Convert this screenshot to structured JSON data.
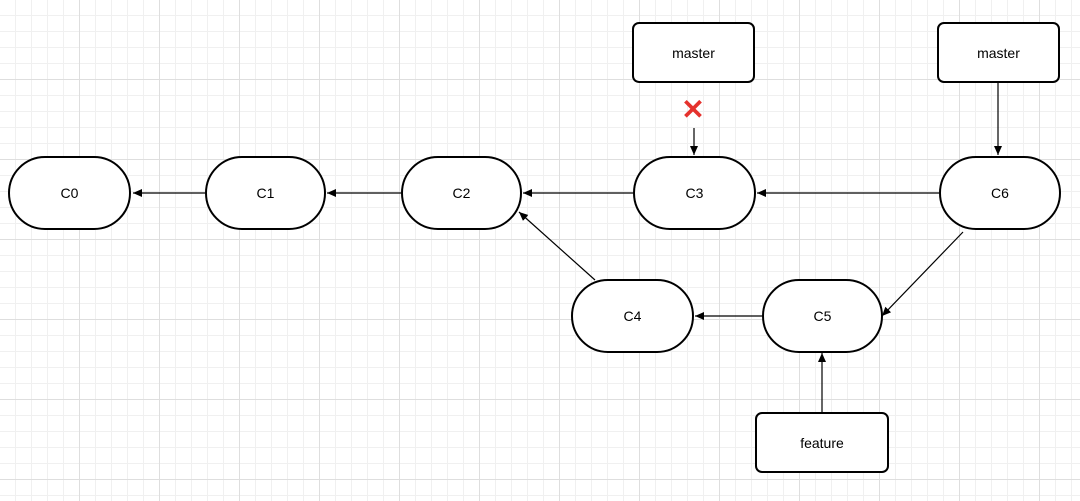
{
  "commits": [
    {
      "id": "c0",
      "label": "C0"
    },
    {
      "id": "c1",
      "label": "C1"
    },
    {
      "id": "c2",
      "label": "C2"
    },
    {
      "id": "c3",
      "label": "C3"
    },
    {
      "id": "c4",
      "label": "C4"
    },
    {
      "id": "c5",
      "label": "C5"
    },
    {
      "id": "c6",
      "label": "C6"
    }
  ],
  "branches": [
    {
      "id": "master_old",
      "label": "master",
      "points_to": "c3",
      "removed": true
    },
    {
      "id": "master_new",
      "label": "master",
      "points_to": "c6",
      "removed": false
    },
    {
      "id": "feature",
      "label": "feature",
      "points_to": "c5",
      "removed": false
    }
  ],
  "parent_edges": [
    {
      "from": "c1",
      "to": "c0"
    },
    {
      "from": "c2",
      "to": "c1"
    },
    {
      "from": "c3",
      "to": "c2"
    },
    {
      "from": "c4",
      "to": "c2"
    },
    {
      "from": "c5",
      "to": "c4"
    },
    {
      "from": "c6",
      "to": "c3"
    },
    {
      "from": "c6",
      "to": "c5"
    }
  ],
  "removed_marker": {
    "glyph": "✕",
    "color": "#e5322d"
  }
}
